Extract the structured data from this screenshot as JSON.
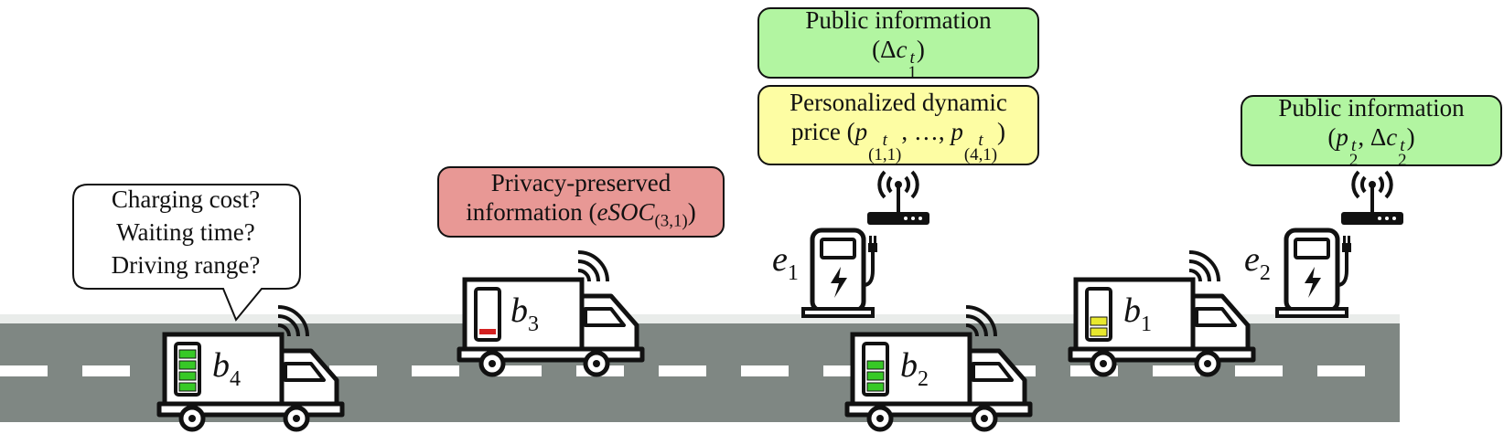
{
  "bubble": {
    "lines": [
      "Charging cost?",
      "Waiting time?",
      "Driving range?"
    ]
  },
  "privacy_box": {
    "line1": "Privacy-preserved",
    "line2_prefix": "information (",
    "line2_var": "eSOC",
    "line2_sub": "(3,1)",
    "line2_suffix": ")"
  },
  "public_box_1": {
    "line1": "Public information",
    "open": "(Δ",
    "var": "c",
    "sup": "t",
    "sub": "1",
    "close": ")"
  },
  "price_box": {
    "line1": "Personalized dynamic",
    "prefix": "price (",
    "var_a": "p",
    "sup_a": "t",
    "sub_a": "(1,1)",
    "middle": ", …, ",
    "var_b": "p",
    "sup_b": "t",
    "sub_b": "(4,1)",
    "close": ")"
  },
  "public_box_2": {
    "line1": "Public information",
    "open": "(",
    "var_a": "p",
    "sup_a": "t",
    "sub_a": "2",
    "middle": ", Δ",
    "var_b": "c",
    "sup_b": "t",
    "sub_b": "2",
    "close": ")"
  },
  "vehicles": [
    {
      "base": "b",
      "sub": "4",
      "battery_level": 1.0,
      "battery_color": "#37c926"
    },
    {
      "base": "b",
      "sub": "3",
      "battery_level": 0.2,
      "battery_color": "#d42121"
    },
    {
      "base": "b",
      "sub": "2",
      "battery_level": 0.75,
      "battery_color": "#37c926"
    },
    {
      "base": "b",
      "sub": "1",
      "battery_level": 0.5,
      "battery_color": "#e9e92e"
    }
  ],
  "stations": [
    {
      "base": "e",
      "sub": "1"
    },
    {
      "base": "e",
      "sub": "2"
    }
  ],
  "colors": {
    "road": "#7f8783",
    "lane_marking": "#ffffff",
    "public_box": "#b2f5a1",
    "price_box": "#fdfda3",
    "privacy_box": "#e89895"
  }
}
